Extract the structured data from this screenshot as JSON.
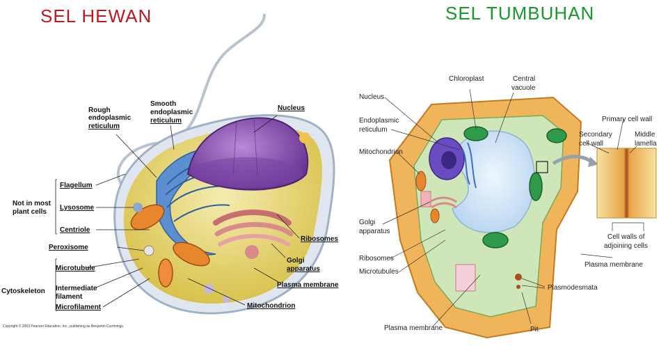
{
  "titles": {
    "animal": "SEL HEWAN",
    "plant": "SEL TUMBUHAN"
  },
  "animal_labels": {
    "rough_er_1": "Rough",
    "rough_er_2": "endoplasmic",
    "rough_er_3": "reticulum",
    "smooth_er_1": "Smooth",
    "smooth_er_2": "endoplasmic",
    "smooth_er_3": "reticulum",
    "nucleus": "Nucleus",
    "not_in_plant_1": "Not in most",
    "not_in_plant_2": "plant cells",
    "flagellum": "Flagellum",
    "lysosome": "Lysosome",
    "centriole": "Centriole",
    "peroxisome": "Peroxisome",
    "ribosomes": "Ribosomes",
    "golgi_1": "Golgi",
    "golgi_2": "apparatus",
    "plasma_membrane": "Plasma membrane",
    "cytoskeleton": "Cytoskeleton",
    "microtubule": "Microtubule",
    "intermediate_1": "Intermediate",
    "intermediate_2": "filament",
    "microfilament": "Microfilament",
    "mitochondrion": "Mitochondrion",
    "copyright": "Copyright © 2003 Pearson Education, Inc., publishing as Benjamin Cummings."
  },
  "plant_labels": {
    "nucleus": "Nucleus",
    "er_1": "Endoplasmic",
    "er_2": "reticulum",
    "mitochondrion": "Mitochondrion",
    "golgi_1": "Golgi",
    "golgi_2": "apparatus",
    "ribosomes": "Ribosomes",
    "microtubules": "Microtubules",
    "plasma_membrane": "Plasma membrane",
    "chloroplast": "Chloroplast",
    "vacuole_1": "Central",
    "vacuole_2": "vacuole",
    "primary_wall": "Primary cell wall",
    "secondary_wall_1": "Secondary",
    "secondary_wall_2": "cell wall",
    "middle_lamella_1": "Middle",
    "middle_lamella_2": "lamella",
    "adjoining_1": "Cell walls of",
    "adjoining_2": "adjoining cells",
    "plasma_membrane_2": "Plasma membrane",
    "plasmodesmata": "Plasmodesmata",
    "pit": "Pit"
  },
  "colors": {
    "title_animal": "#c0171f",
    "title_plant": "#159a2a",
    "nucleus_purple": "#8a4fb0",
    "er_blue": "#4f84c8",
    "golgi_pink": "#d88a8a",
    "mito_orange": "#e8862e",
    "cytoplasm_yellow": "#e9d96a",
    "cell_wall_tan": "#e8a24a",
    "chloroplast_green": "#2f9a4a",
    "vacuole_blue": "#cfe3f7"
  }
}
